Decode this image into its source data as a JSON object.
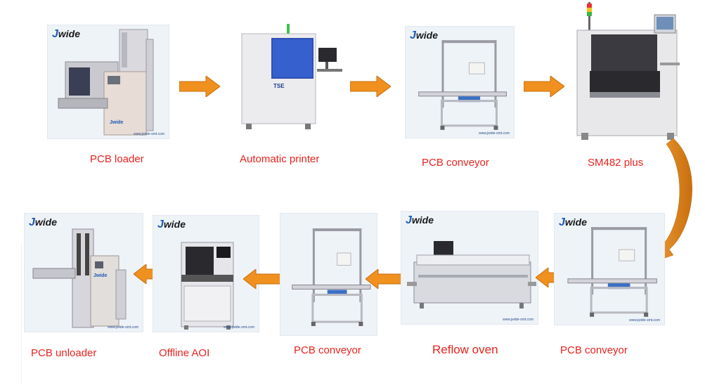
{
  "brand": {
    "prefix": "J",
    "suffix": "wide",
    "url": "www.jwide-smt.com"
  },
  "steps_top": [
    {
      "id": "pcb-loader",
      "label": "PCB loader"
    },
    {
      "id": "automatic-printer",
      "label": "Automatic printer",
      "badge": "TSE"
    },
    {
      "id": "pcb-conveyor-1",
      "label": "PCB conveyor"
    },
    {
      "id": "sm482-plus",
      "label": "SM482 plus"
    }
  ],
  "steps_bottom": [
    {
      "id": "pcb-unloader",
      "label": "PCB unloader"
    },
    {
      "id": "offline-aoi",
      "label": "Offline AOI"
    },
    {
      "id": "pcb-conveyor-3",
      "label": "PCB conveyor"
    },
    {
      "id": "reflow-oven",
      "label": "Reflow oven"
    },
    {
      "id": "pcb-conveyor-2",
      "label": "PCB conveyor"
    }
  ],
  "colors": {
    "arrow": "#f0901e",
    "arrow_dark": "#c86f0d",
    "label": "#e8231e",
    "brand_blue": "#1f5bb5"
  }
}
